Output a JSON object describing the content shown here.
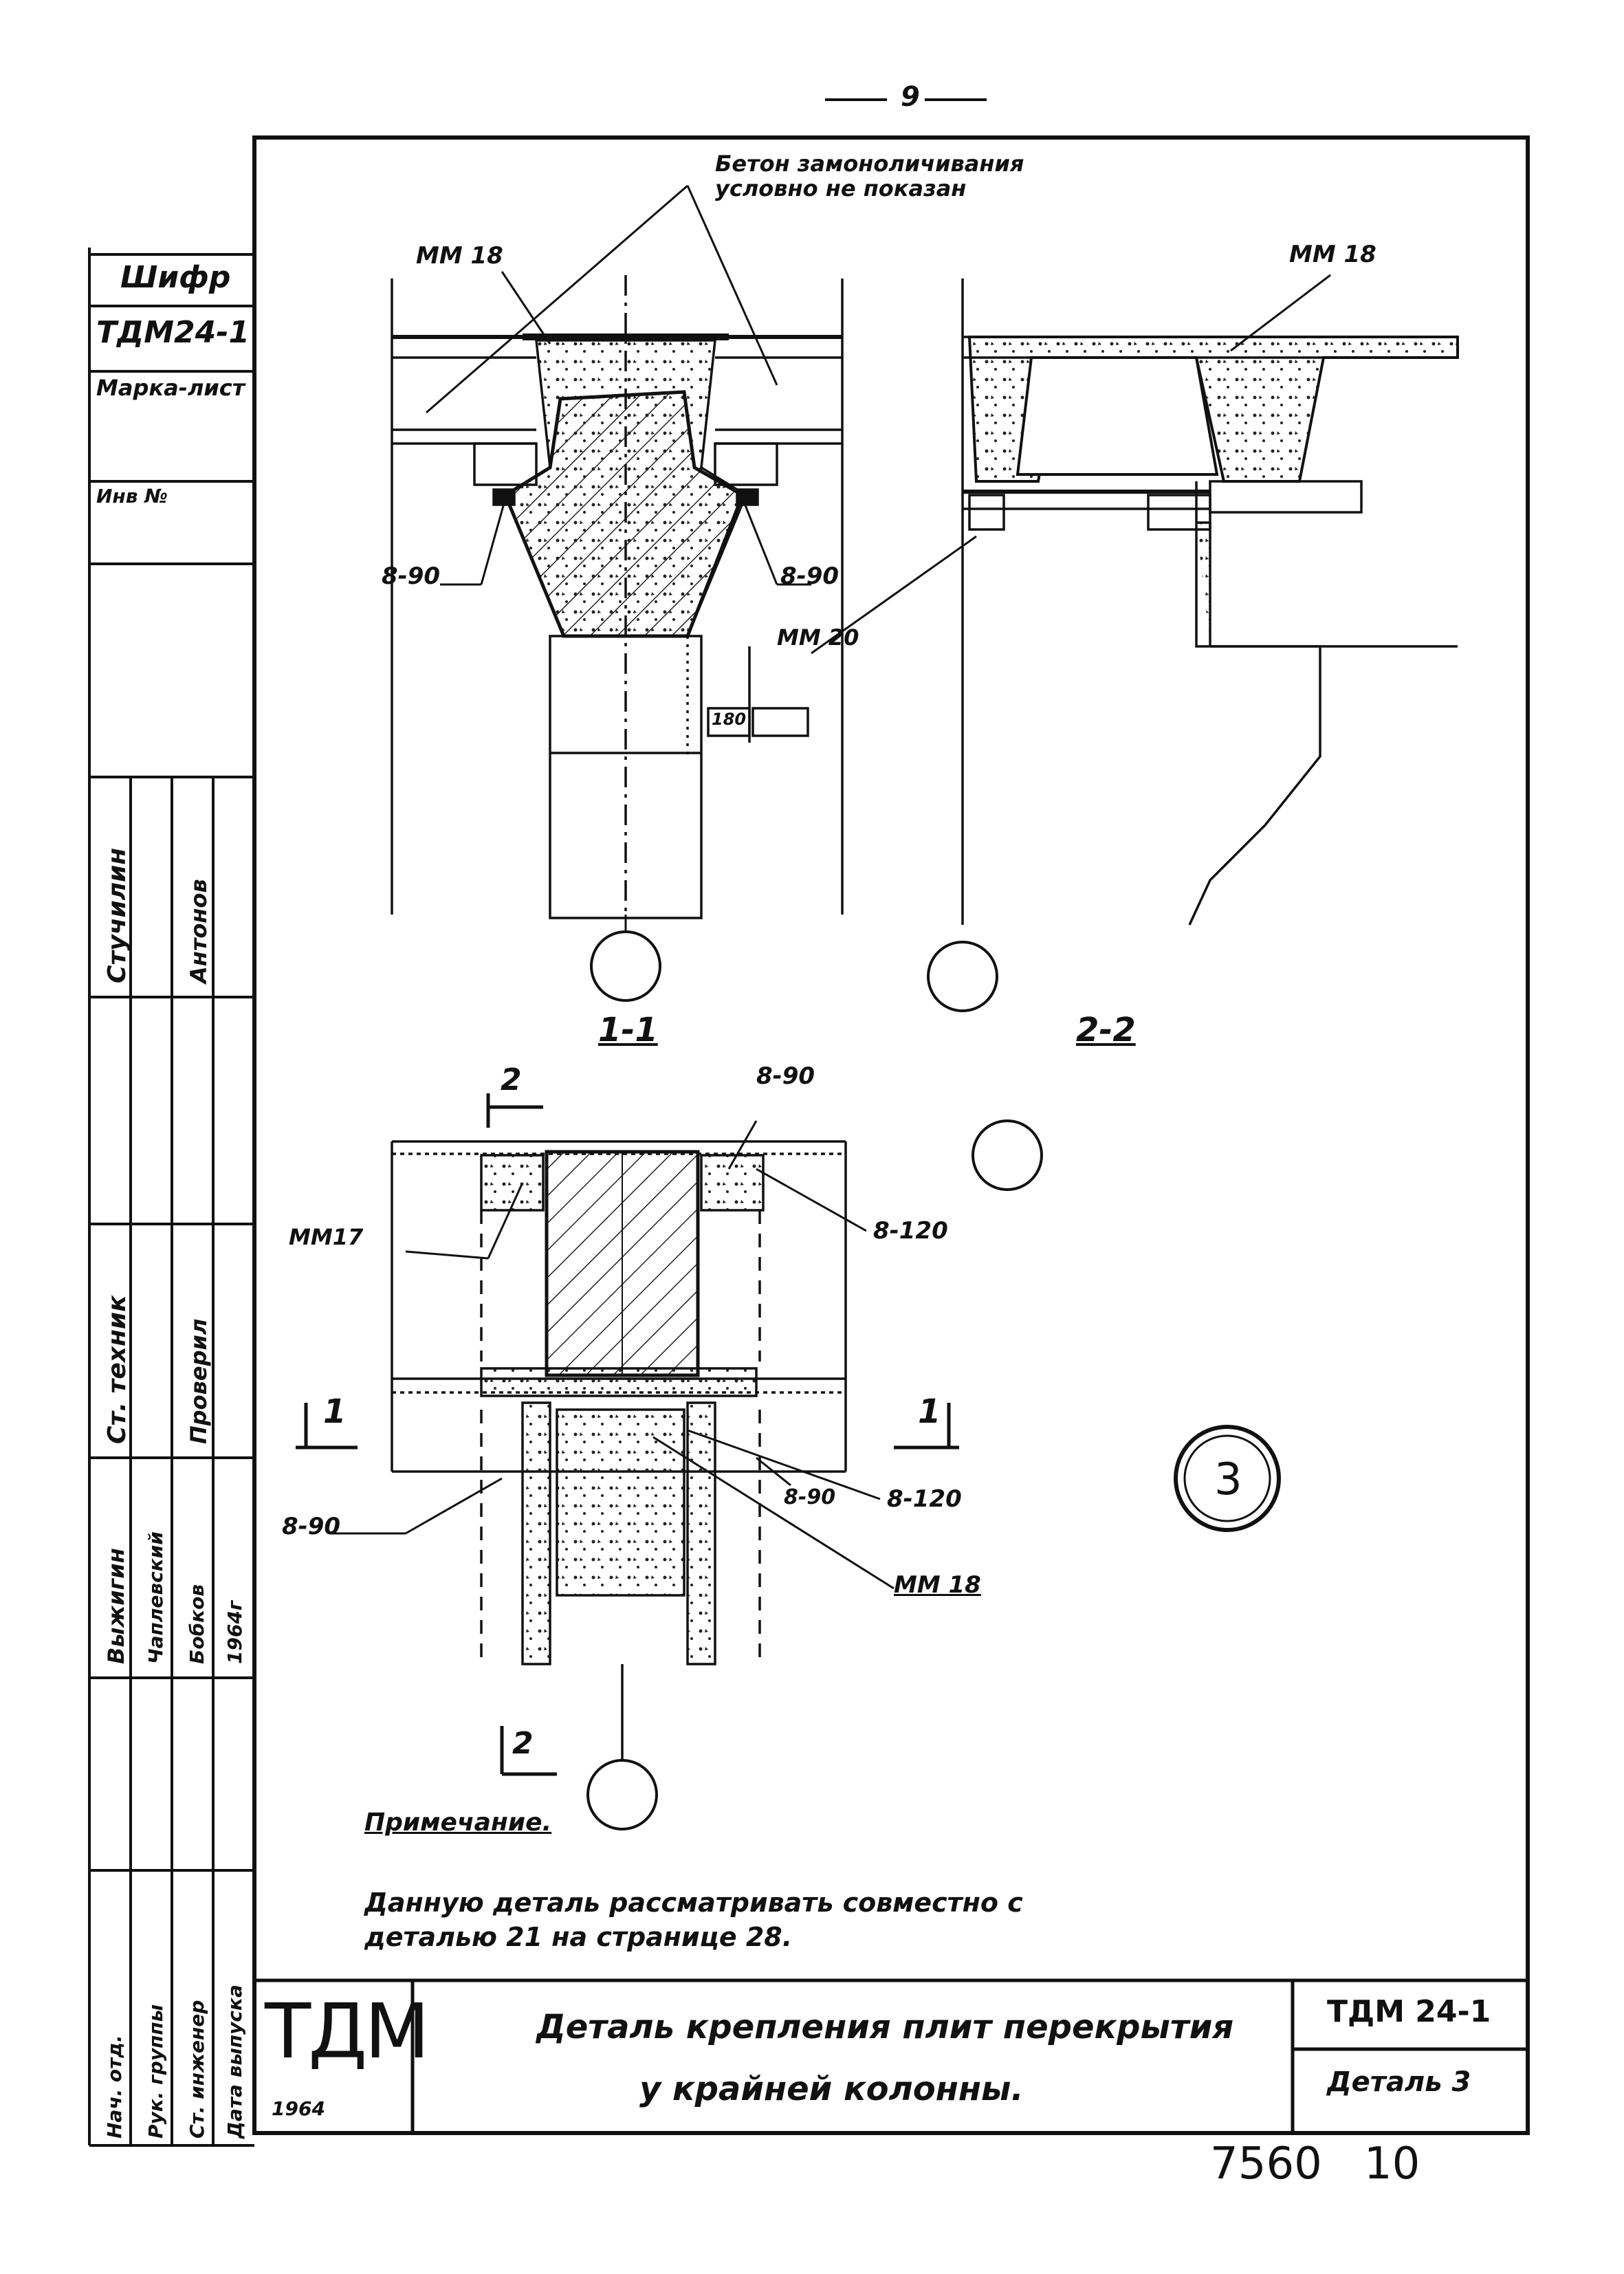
{
  "page_number": "9",
  "stamp_code": "Шифр",
  "stamp_series": "ТДМ24-1",
  "stamp_mark_sheet": "Марка-лист",
  "stamp_inv": "Инв №",
  "callout_concrete": "Бетон замоноличивания условно не показан",
  "labels": {
    "mm18_a": "ММ 18",
    "mm18_b": "ММ 18",
    "b90_left": "8-90",
    "b90_right": "8-90",
    "mm20": "ММ 20",
    "dim": "180",
    "section_1": "1-1",
    "section_2": "2-2",
    "cut2_top": "2",
    "cut2_bottom": "2",
    "cut1_left": "1",
    "cut1_right": "1",
    "b90_plan": "8-90",
    "mm17": "ММ17",
    "b120_a": "8-120",
    "b90_plan_left": "8-90",
    "b90_plan_mid": "8-90",
    "b120_b": "8-120",
    "mm18_plan": "ММ 18",
    "detail_no": "3"
  },
  "note": {
    "heading": "Примечание.",
    "text_line1": "Данную деталь рассматривать совместно с",
    "text_line2": "деталью 21 на странице 28."
  },
  "title_block": {
    "logo": "ТДМ",
    "year": "1964",
    "title_line1": "Деталь крепления плит перекрытия",
    "title_line2": "у крайней колонны.",
    "series": "ТДМ 24-1",
    "detail": "Деталь 3"
  },
  "signatures": {
    "r1a": "Стучилин",
    "r1b": "Антонов",
    "r2a": "Ст. техник",
    "r2b": "Проверил",
    "r3a": "Выжигин",
    "r3b": "Чаплевский",
    "r3c": "Бобков",
    "r3d": "1964г",
    "r4a": "Нач. отд.",
    "r4b": "Рук. группы",
    "r4c": "Ст. инженер",
    "r4d": "Дата выпуска"
  },
  "bottom_numbers": "7560   10",
  "colors": {
    "ink": "#111111",
    "paper": "#ffffff",
    "hatch": "#333333"
  }
}
